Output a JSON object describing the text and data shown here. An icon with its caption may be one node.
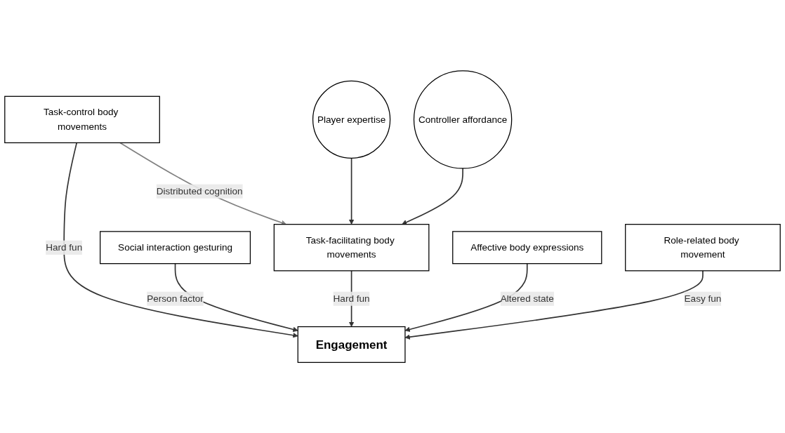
{
  "diagram": {
    "nodes": [
      {
        "text": [
          "Task-control body movements"
        ]
      },
      {
        "text": [
          "Engagement"
        ]
      },
      {
        "text": [
          "Social interaction gesturing"
        ]
      },
      {
        "text": [
          "Task-facilitating body movements"
        ]
      },
      {
        "text": [
          "Player expertise"
        ]
      },
      {
        "text": [
          "Controller affordance"
        ]
      },
      {
        "text": [
          "Affective body expressions"
        ]
      },
      {
        "text": [
          "Role-related body movement"
        ]
      }
    ],
    "edges": [
      {
        "from": 0,
        "to": 1,
        "arrow": "to",
        "label": "Hard fun"
      },
      {
        "from": 0,
        "to": 3,
        "arrow": "to",
        "label": "Distributed cognition",
        "color": "#808080"
      },
      {
        "from": 2,
        "to": 1,
        "arrow": "to",
        "label": "Person factor"
      },
      {
        "from": 3,
        "to": 1,
        "arrow": "to",
        "label": "Hard fun"
      },
      {
        "from": 4,
        "to": 3,
        "arrow": "to"
      },
      {
        "from": 5,
        "to": 3,
        "arrow": "to"
      },
      {
        "from": 6,
        "to": 1,
        "arrow": "to",
        "label": "Altered state"
      },
      {
        "from": 7,
        "to": 1,
        "arrow": "to",
        "label": "Easy fun"
      }
    ]
  }
}
